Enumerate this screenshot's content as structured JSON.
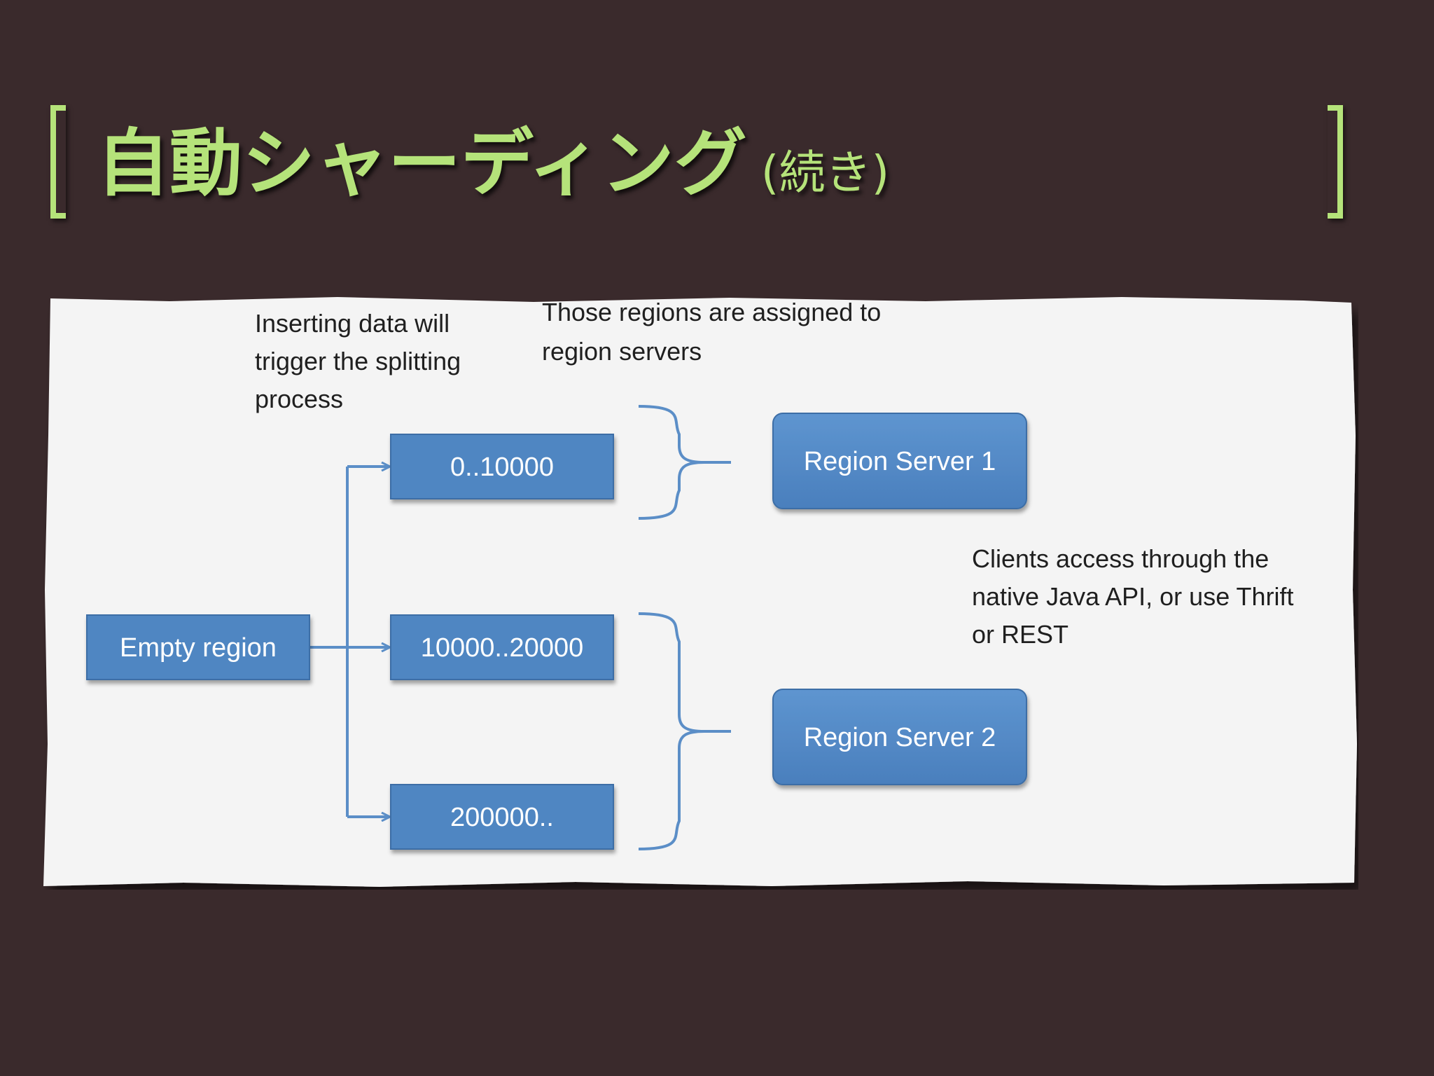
{
  "slide": {
    "title_main": "自動シャーディング",
    "title_sub": "(続き)"
  },
  "diagram": {
    "nodes": [
      {
        "id": "empty",
        "label": "Empty region"
      },
      {
        "id": "r1",
        "label": "0..10000"
      },
      {
        "id": "r2",
        "label": "10000..20000"
      },
      {
        "id": "r3",
        "label": "200000.."
      },
      {
        "id": "s1",
        "label": "Region Server 1"
      },
      {
        "id": "s2",
        "label": "Region Server 2"
      }
    ],
    "edges": [
      {
        "from": "empty",
        "to": "r1"
      },
      {
        "from": "empty",
        "to": "r2"
      },
      {
        "from": "empty",
        "to": "r3"
      }
    ],
    "groups": [
      {
        "members": [
          "r1"
        ],
        "to": "s1"
      },
      {
        "members": [
          "r2",
          "r3"
        ],
        "to": "s2"
      }
    ],
    "notes": [
      {
        "lines": [
          "Inserting data will",
          "trigger the splitting",
          "process"
        ]
      },
      {
        "lines": [
          "Those regions are assigned to",
          "region servers"
        ]
      },
      {
        "lines": [
          "Clients access through the",
          "native Java API, or use Thrift",
          "or REST"
        ]
      }
    ],
    "colors": {
      "box": "#4f86c2",
      "box_border": "#3d6ea6",
      "arrow": "#5b8ec7",
      "paper": "#f4f4f4",
      "text": "#1f1f1f",
      "accent": "#b5e37a"
    }
  }
}
